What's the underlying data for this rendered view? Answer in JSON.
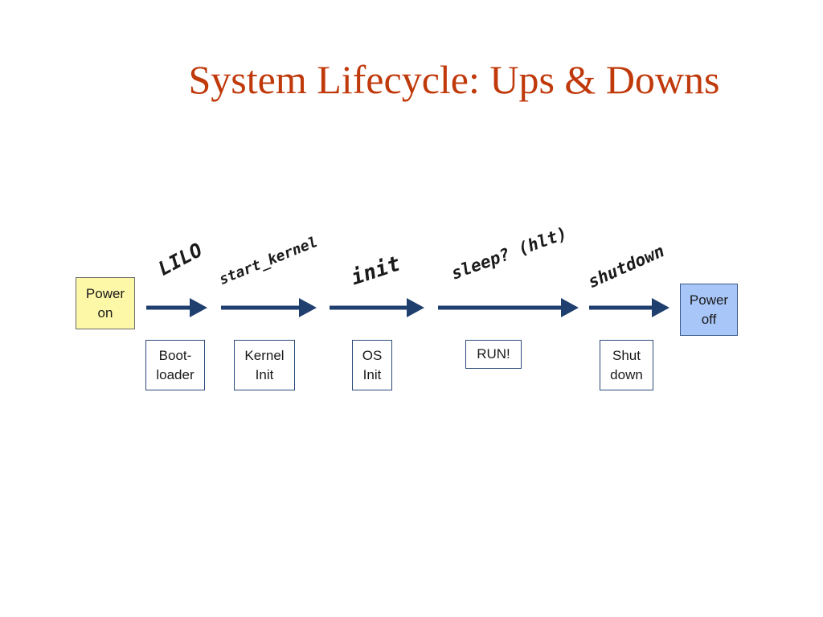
{
  "title": "System Lifecycle: Ups & Downs",
  "colors": {
    "title": "#c0390b",
    "arrow": "#1f3f6e",
    "power_on_fill": "#fdf8a8",
    "power_off_fill": "#a8c6f8"
  },
  "start_node": {
    "label": "Power\non"
  },
  "end_node": {
    "label": "Power\noff"
  },
  "steps": [
    {
      "label": "LILO",
      "stage": "Boot-\nloader"
    },
    {
      "label": "start_kernel",
      "stage": "Kernel\nInit"
    },
    {
      "label": "init",
      "stage": "OS\nInit"
    },
    {
      "label": "sleep? (hlt)",
      "stage": "RUN!"
    },
    {
      "label": "shutdown",
      "stage": "Shut\ndown"
    }
  ]
}
